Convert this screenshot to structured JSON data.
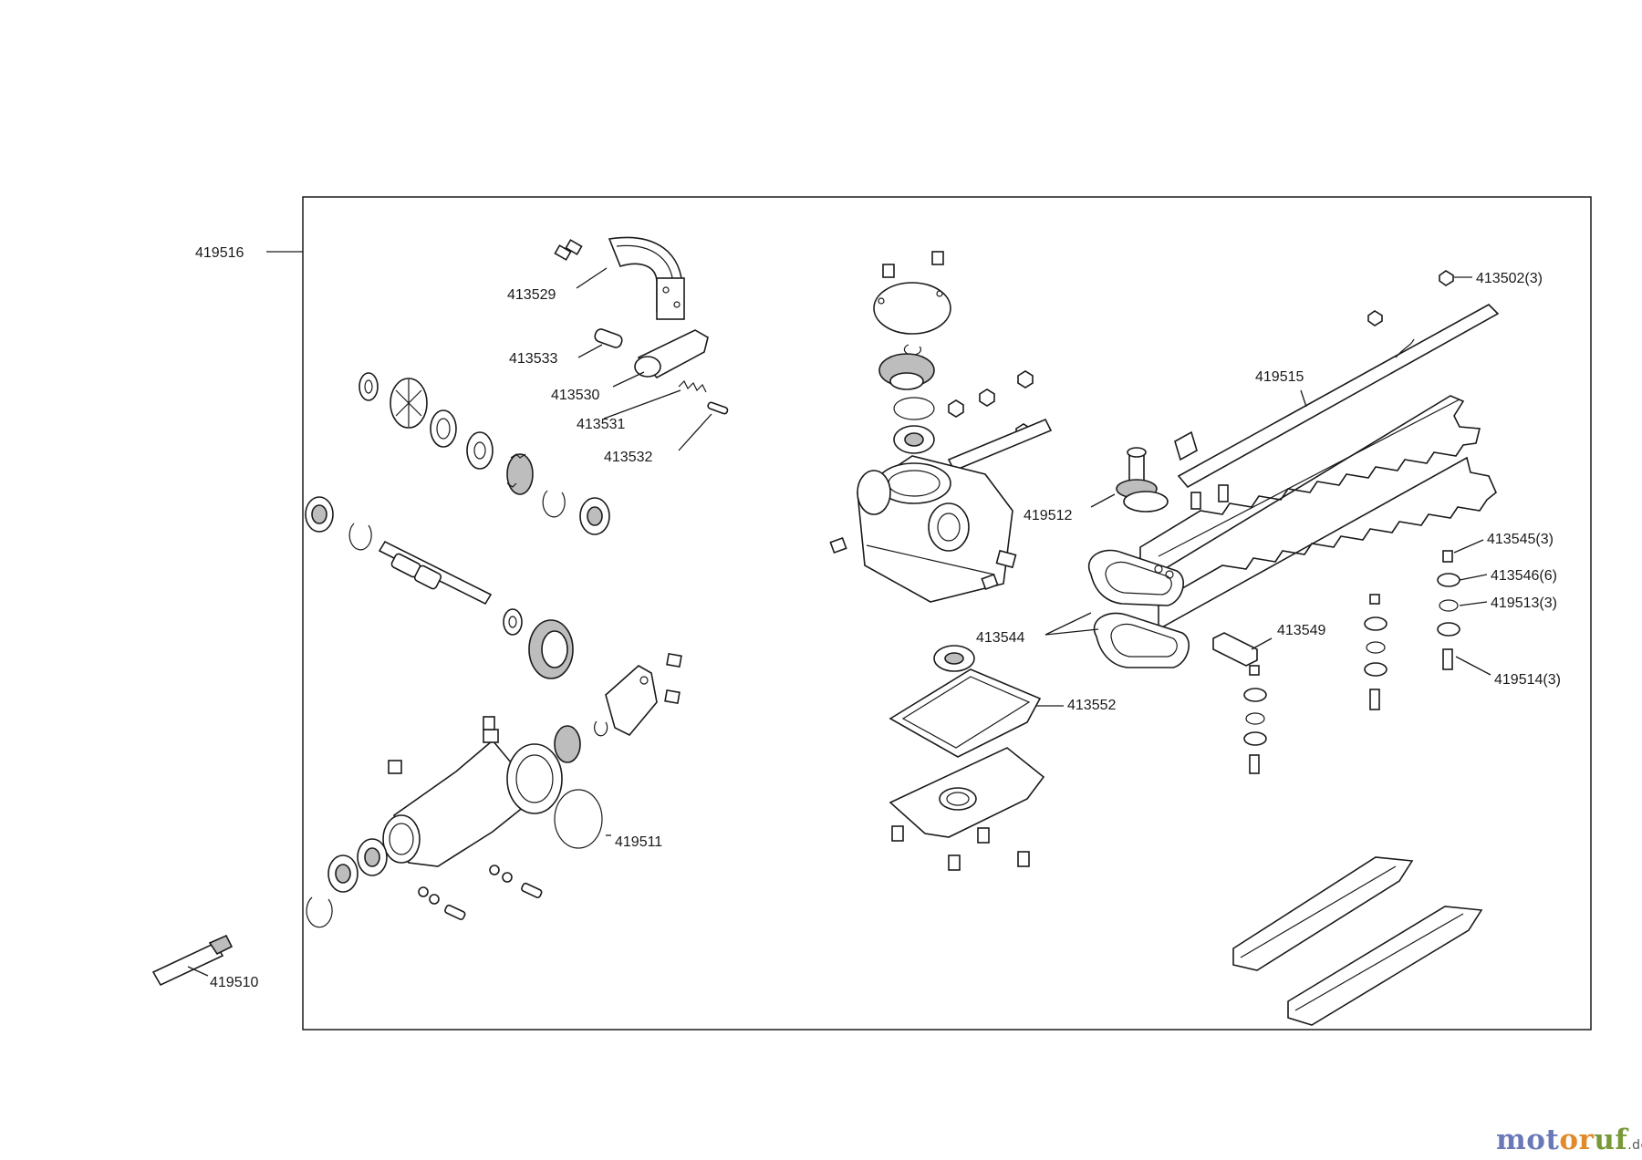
{
  "labels": {
    "p419516": "419516",
    "p413529": "413529",
    "p413533": "413533",
    "p413530": "413530",
    "p413531": "413531",
    "p413532": "413532",
    "p419510": "419510",
    "p419511": "419511",
    "p419512": "419512",
    "p413544": "413544",
    "p413552": "413552",
    "p413502": "413502(3)",
    "p419515": "419515",
    "p413545": "413545(3)",
    "p413546": "413546(6)",
    "p419513": "419513(3)",
    "p419514": "419514(3)",
    "p413549": "413549"
  },
  "brand": {
    "part1": "mot",
    "part2": "or",
    "part3": "uf",
    "tld": ".de"
  }
}
